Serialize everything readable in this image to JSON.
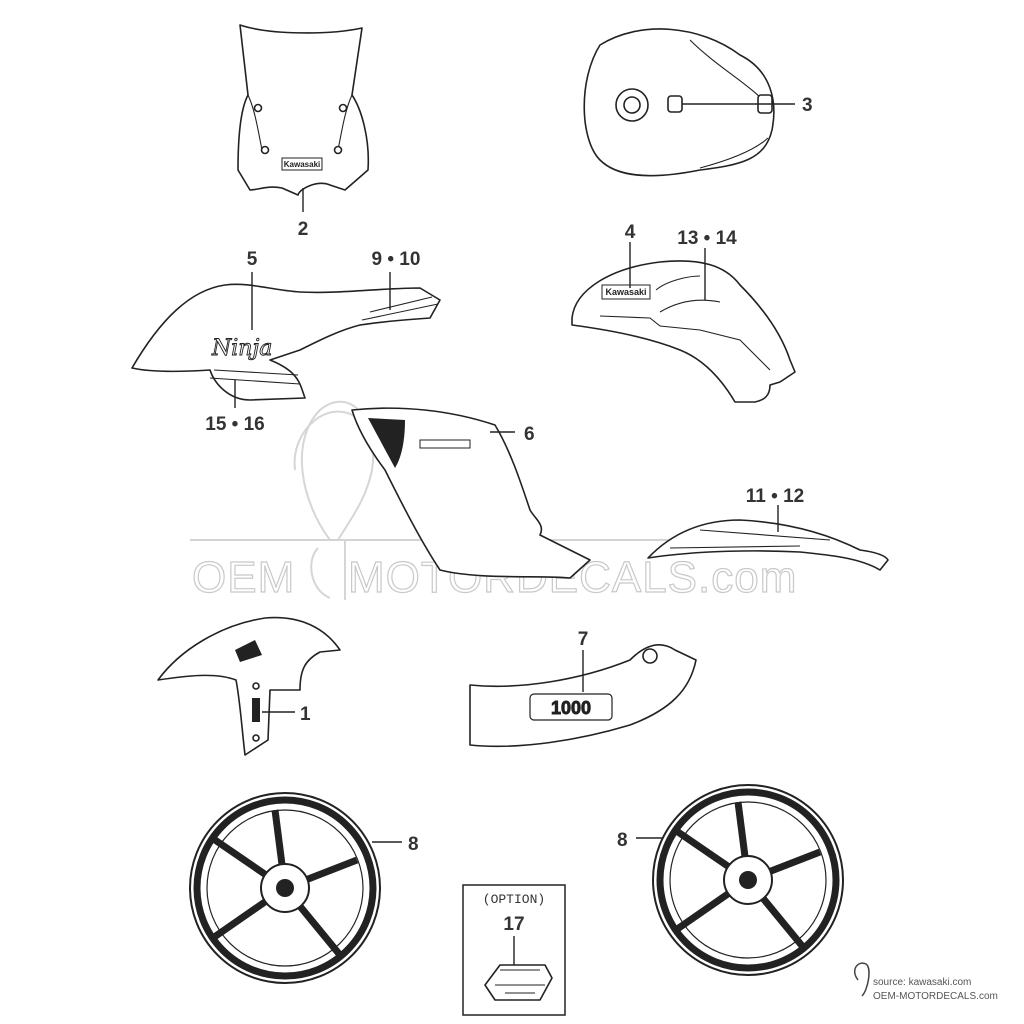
{
  "callouts": {
    "screen": "2",
    "tank_top": "3",
    "tank_side": "4",
    "cowl_ninja": "5",
    "cowl_stripe_upper": "9 • 10",
    "cowl_stripe_lower": "15 • 16",
    "tank_stripe": "13 • 14",
    "side_panel": "6",
    "tail": "11 • 12",
    "fender": "1",
    "belly_pan": "7",
    "wheel_front": "8",
    "wheel_rear": "8",
    "option_part": "17"
  },
  "option_label": "(OPTION)",
  "decals": {
    "screen_brand": "Kawasaki",
    "tank_brand": "Kawasaki",
    "cowl_script": "Ninja",
    "belly_number": "1000"
  },
  "watermark": {
    "left": "OEM",
    "right": "MOTORDECALS.com"
  },
  "source": {
    "line1": "source: kawasaki.com",
    "line2": "OEM-MOTORDECALS.com"
  }
}
